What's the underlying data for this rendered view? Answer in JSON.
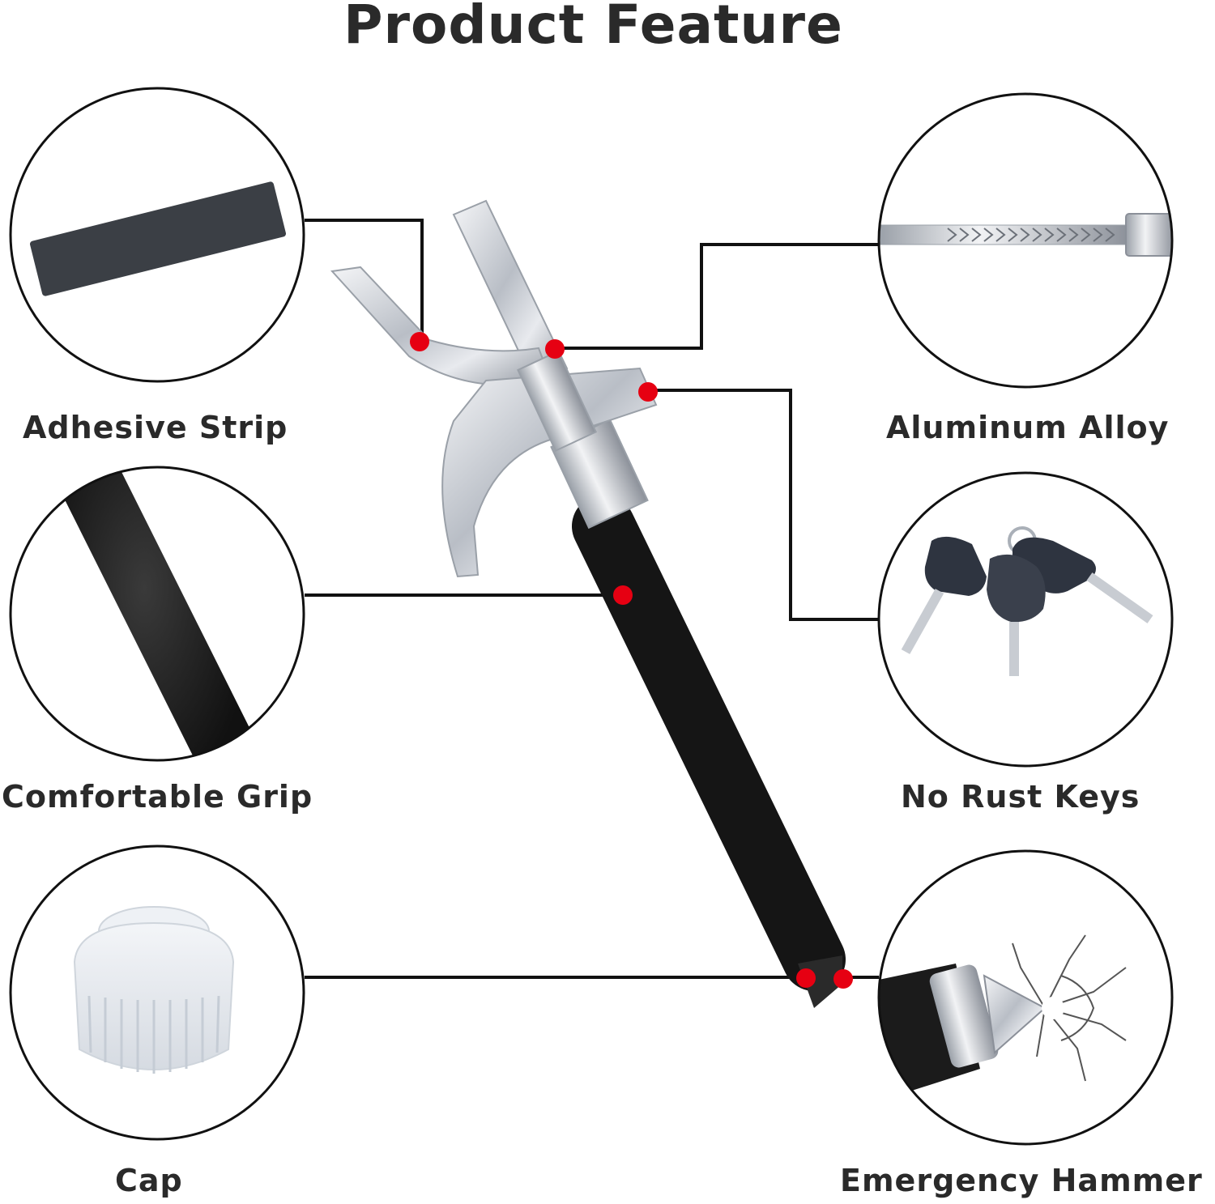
{
  "title": "Product Feature",
  "features": {
    "adhesive_strip": "Adhesive Strip",
    "aluminum_alloy": "Aluminum Alloy",
    "comfortable_grip": "Comfortable Grip",
    "no_rust_keys": "No Rust Keys",
    "cap": "Cap",
    "emergency_hammer": "Emergency Hammer"
  },
  "colors": {
    "text": "#2a2a2a",
    "marker": "#e60012",
    "line": "#111111",
    "metal": "#c8ccd2",
    "grip": "#1a1a1a"
  },
  "icons": {
    "lock_image": "steering-wheel-lock-icon",
    "strip_image": "adhesive-strip-icon",
    "alloy_image": "lock-cylinder-rod-icon",
    "grip_image": "foam-grip-icon",
    "keys_image": "keys-icon",
    "cap_image": "clear-cap-icon",
    "hammer_image": "glass-breaker-icon"
  }
}
